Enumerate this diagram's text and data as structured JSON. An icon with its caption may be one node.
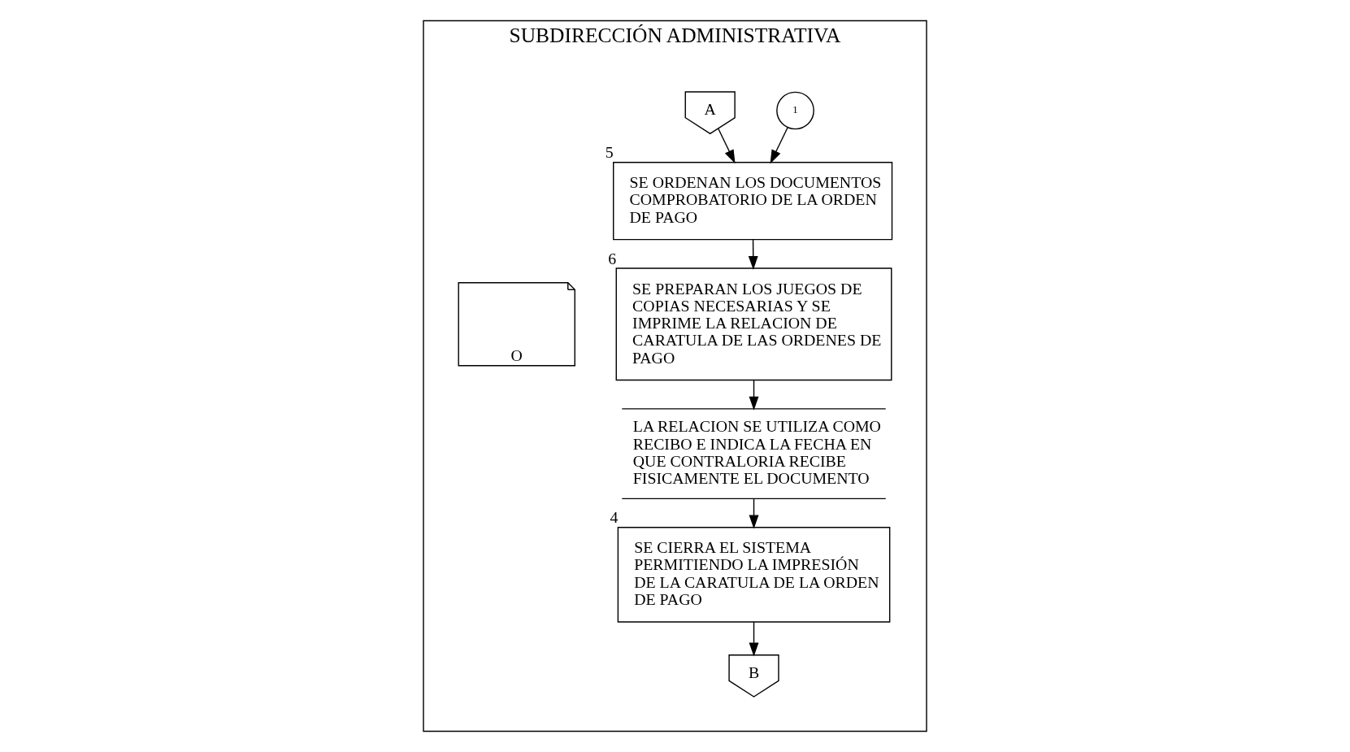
{
  "diagram": {
    "nodes": [
      {
        "text": [
          "SUBDIRECCIÓN ADMINISTRATIVA"
        ]
      },
      {
        "text": [
          "1"
        ],
        "in": 0
      },
      {
        "text": [
          "A"
        ],
        "in": 0
      },
      {
        "text": [
          "SE ORDENAN LOS DOCUMENTOS COMPROBATORIO DE LA ORDEN DE PAGO"
        ],
        "beside": [
          "5"
        ],
        "in": 0
      },
      {
        "text": [
          "SE PREPARAN LOS JUEGOS DE COPIAS NECESARIAS Y SE IMPRIME LA RELACION DE CARATULA DE LAS ORDENES DE PAGO"
        ],
        "beside": [
          "6"
        ],
        "in": 0
      },
      {
        "text": [
          "O"
        ],
        "in": 0
      },
      {
        "text": [
          "LA RELACION SE UTILIZA COMO RECIBO E INDICA LA FECHA EN QUE CONTRALORIA RECIBE FISICAMENTE EL DOCUMENTO"
        ],
        "in": 0
      },
      {
        "text": [
          "SE CIERRA EL SISTEMA PERMITIENDO LA IMPRESIÓN DE LA CARATULA DE LA ORDEN DE PAGO"
        ],
        "beside": [
          "4"
        ],
        "in": 0
      },
      {
        "text": [
          "B"
        ],
        "in": 0
      }
    ],
    "edges": [
      {
        "from": 1,
        "to": 3,
        "arrow": "to"
      },
      {
        "from": 2,
        "to": 3,
        "arrow": "to"
      },
      {
        "from": 3,
        "to": 4,
        "arrow": "to"
      },
      {
        "from": 4,
        "to": 6,
        "arrow": "to"
      },
      {
        "from": 6,
        "to": 7,
        "arrow": "to"
      },
      {
        "from": 7,
        "to": 8,
        "arrow": "to"
      }
    ]
  }
}
